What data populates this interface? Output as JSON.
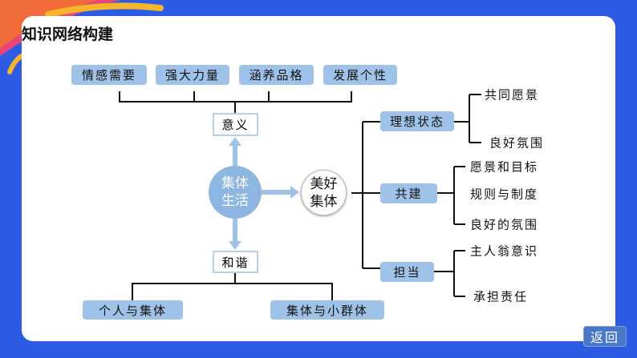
{
  "title": "知识网络构建",
  "meaning": {
    "label": "意义",
    "items": [
      "情感需要",
      "强大力量",
      "涵养品格",
      "发展个性"
    ]
  },
  "center": {
    "line1": "集体",
    "line2": "生活"
  },
  "good_collective": {
    "line1": "美好",
    "line2": "集体"
  },
  "branches": [
    {
      "label": "理想状态",
      "items": [
        "共同愿景",
        "良好氛围"
      ]
    },
    {
      "label": "共建",
      "items": [
        "愿景和目标",
        "规则与制度",
        "良好的氛围"
      ]
    },
    {
      "label": "担当",
      "items": [
        "主人翁意识",
        "承担责任"
      ]
    }
  ],
  "harmony": {
    "label": "和谐",
    "items": [
      "个人与集体",
      "集体与小群体"
    ]
  },
  "back_label": "返回",
  "colors": {
    "background": "#2d5be3",
    "box": "#9fc3e8",
    "circle": "#8db6e0"
  }
}
